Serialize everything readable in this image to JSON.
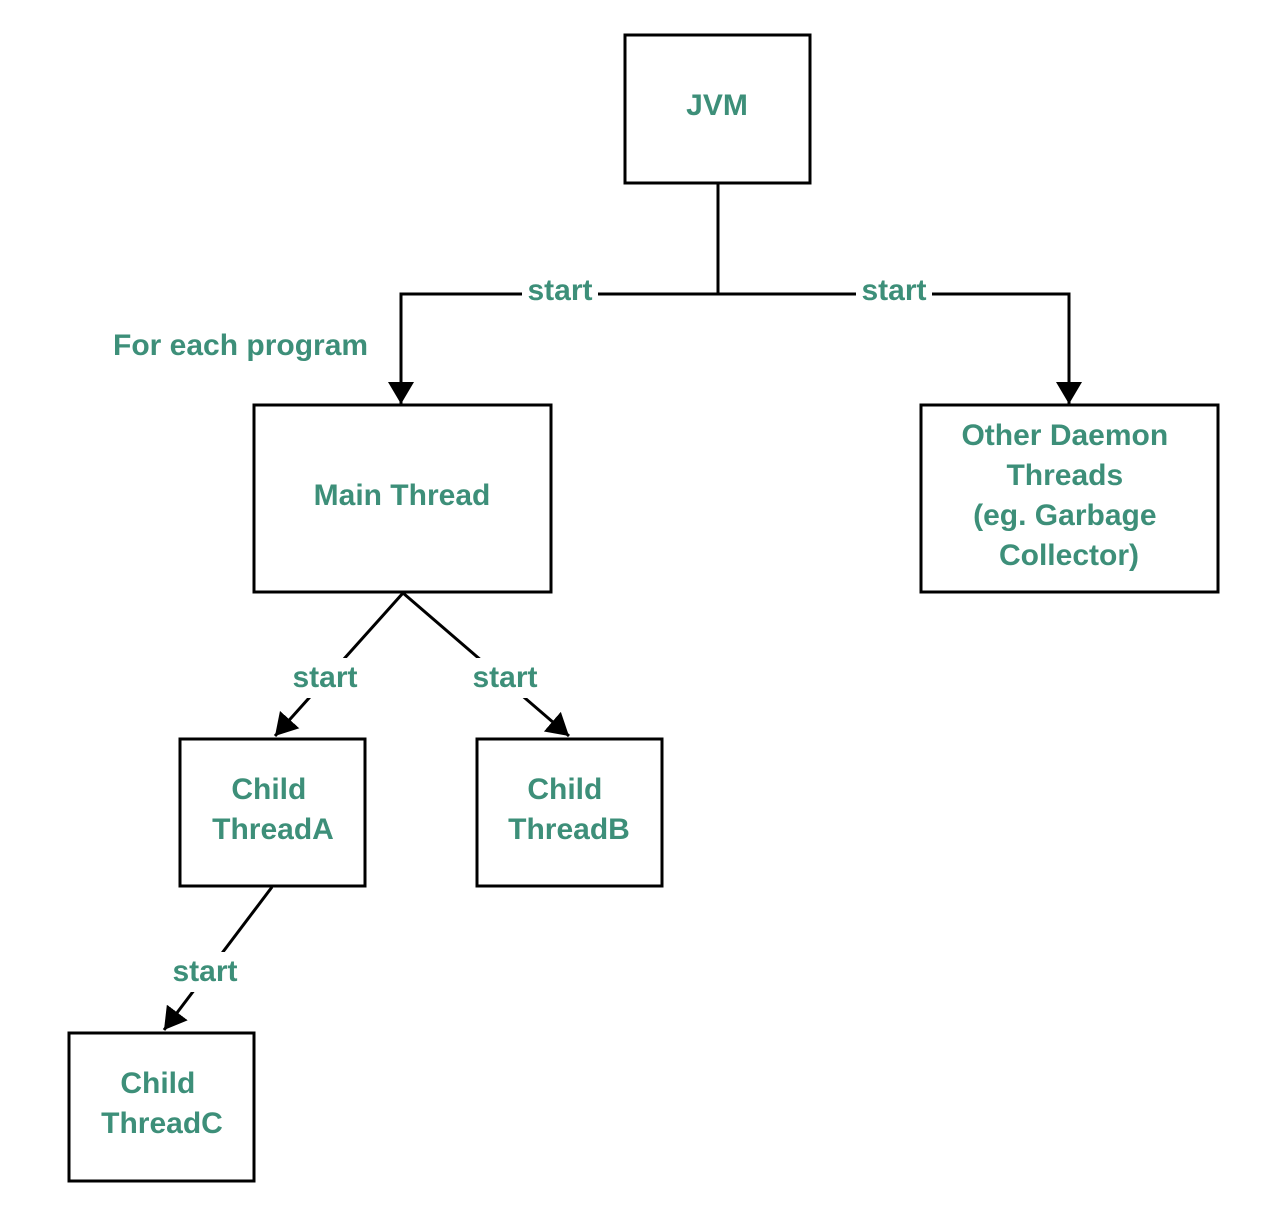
{
  "colors": {
    "text": "#3d8f79",
    "stroke": "#000000",
    "background": "#ffffff"
  },
  "nodes": {
    "jvm": [
      "JVM"
    ],
    "main_thread": [
      "Main Thread"
    ],
    "daemon_threads": [
      "Other Daemon",
      "Threads",
      "(eg. Garbage",
      "Collector)"
    ],
    "child_a": [
      "Child",
      "ThreadA"
    ],
    "child_b": [
      "Child",
      "ThreadB"
    ],
    "child_c": [
      "Child",
      "ThreadC"
    ]
  },
  "edges": {
    "jvm_to_main": "start",
    "jvm_to_daemon": "start",
    "main_to_child_a": "start",
    "main_to_child_b": "start",
    "child_a_to_child_c": "start"
  },
  "annotations": {
    "for_each_program": "For each program"
  }
}
